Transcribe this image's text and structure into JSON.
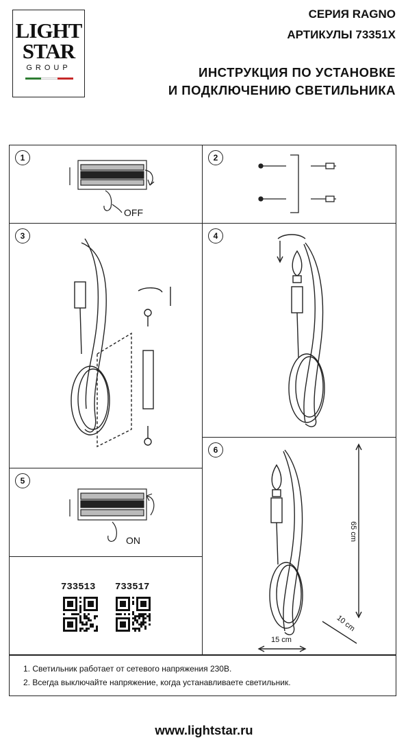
{
  "logo": {
    "line1": "LIGHT",
    "line2": "STAR",
    "line3": "GROUP",
    "flag_colors": [
      "#2e7d32",
      "#ffffff",
      "#c62828"
    ]
  },
  "header": {
    "series": "СЕРИЯ RAGNO",
    "articles": "АРТИКУЛЫ 73351X",
    "instr_line1": "ИНСТРУКЦИЯ ПО УСТАНОВКЕ",
    "instr_line2": "И ПОДКЛЮЧЕНИЮ СВЕТИЛЬНИКА"
  },
  "steps": {
    "s1": {
      "num": "1",
      "label": "OFF"
    },
    "s2": {
      "num": "2"
    },
    "s3": {
      "num": "3"
    },
    "s4": {
      "num": "4"
    },
    "s5": {
      "num": "5",
      "label": "ON"
    },
    "s6": {
      "num": "6",
      "height": "65 cm",
      "depth": "10 cm",
      "width": "15 cm"
    }
  },
  "codes": {
    "code1": "733513",
    "code2": "733517"
  },
  "notes": {
    "n1": "1. Светильник работает от сетевого напряжения 230В.",
    "n2": "2. Всегда выключайте напряжение, когда устанавливаете светильник."
  },
  "website": "www.lightstar.ru"
}
